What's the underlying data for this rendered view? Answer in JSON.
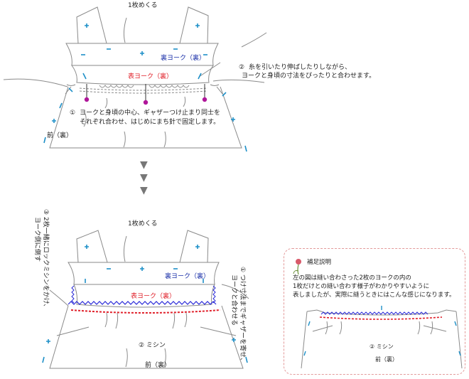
{
  "colors": {
    "line": "#8a8a8a",
    "cyan": "#1e90c8",
    "blue": "#1a2fa8",
    "red": "#e0202a",
    "pin": "#b0169a",
    "serge": "#2a2ad8",
    "note_border": "#e39a9a",
    "arrow": "#777777"
  },
  "top": {
    "flip_label": "1枚めくる",
    "back_yoke": "裏ヨーク（裏）",
    "front_yoke": "表ヨーク（裏）",
    "body_label": "前（裏）",
    "step1_num": "①",
    "step1_line1": "ヨークと身頃の中心、ギャザーつけ止まり同士を",
    "step1_line2": "それぞれ合わせ、はじめにまち針で固定します。",
    "step2_num": "②",
    "step2_line1": "糸を引いたり伸ばしたりしながら、",
    "step2_line2": "ヨークと身頃の寸法をぴったりと合わせます。"
  },
  "arrows": {
    "glyph": "▼"
  },
  "bottom": {
    "flip_label": "1枚めくる",
    "back_yoke": "裏ヨーク（裏）",
    "front_yoke": "表ヨーク（裏）",
    "sew_label": "② ミシン",
    "body_label": "前（裏）",
    "left_vertical_num": "③",
    "left_vertical_line1": "2枚一緒にロックミシンをかけ、",
    "left_vertical_line2": "ヨーク側に倒す",
    "right_vertical_num": "①",
    "right_vertical_line1": "つけ寸法までギャザーを寄せ、",
    "right_vertical_line2": "ヨークと合わせる"
  },
  "note": {
    "title": "補足説明",
    "line1": "左の図は縫い合わさった2枚のヨークの内の",
    "line2": "1枚だけとの縫い合わす様子がわかりやすいように",
    "line3": "表しましたが、実際に縫うときにはこんな感じになります。",
    "sew_label": "② ミシン",
    "body_label": "前（裏）"
  }
}
